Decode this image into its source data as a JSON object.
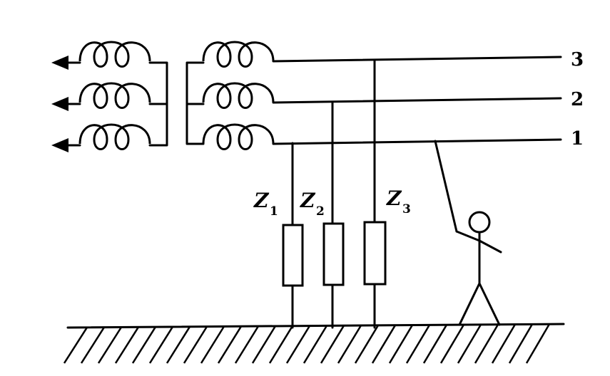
{
  "lines": [
    {
      "label": "3"
    },
    {
      "label": "2"
    },
    {
      "label": "1"
    }
  ],
  "loads": [
    {
      "symbol": "Z",
      "subscript": "1"
    },
    {
      "symbol": "Z",
      "subscript": "2"
    },
    {
      "symbol": "Z",
      "subscript": "3"
    }
  ]
}
